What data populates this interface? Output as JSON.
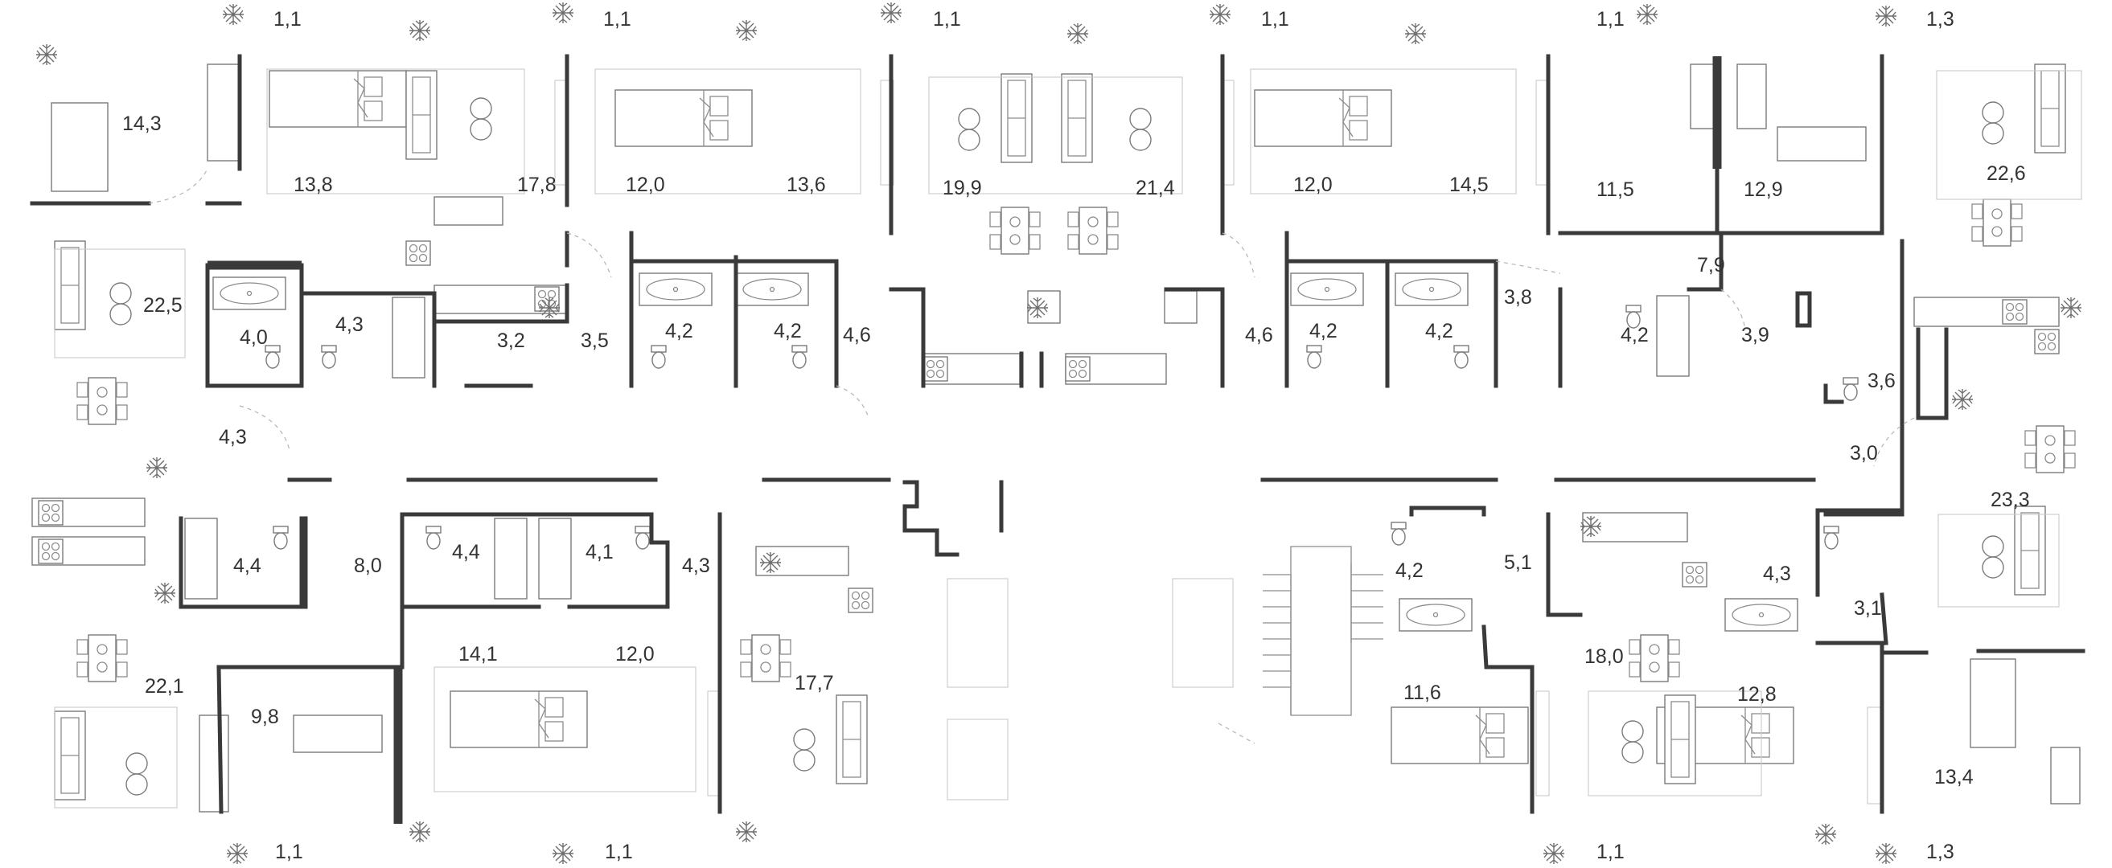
{
  "rooms": [
    {
      "text": "14,3"
    },
    {
      "text": "13,8"
    },
    {
      "text": "17,8"
    },
    {
      "text": "12,0"
    },
    {
      "text": "13,6"
    },
    {
      "text": "19,9"
    },
    {
      "text": "21,4"
    },
    {
      "text": "12,0"
    },
    {
      "text": "14,5"
    },
    {
      "text": "11,5"
    },
    {
      "text": "12,9"
    },
    {
      "text": "22,6"
    },
    {
      "text": "22,5"
    },
    {
      "text": "4,0"
    },
    {
      "text": "4,3"
    },
    {
      "text": "3,2"
    },
    {
      "text": "3,5"
    },
    {
      "text": "4,2"
    },
    {
      "text": "4,2"
    },
    {
      "text": "4,6"
    },
    {
      "text": "4,6"
    },
    {
      "text": "4,2"
    },
    {
      "text": "4,2"
    },
    {
      "text": "3,8"
    },
    {
      "text": "7,9"
    },
    {
      "text": "4,2"
    },
    {
      "text": "3,9"
    },
    {
      "text": "3,6"
    },
    {
      "text": "4,3"
    },
    {
      "text": "3,0"
    },
    {
      "text": "23,3"
    },
    {
      "text": "4,4"
    },
    {
      "text": "8,0"
    },
    {
      "text": "4,4"
    },
    {
      "text": "4,1"
    },
    {
      "text": "4,3"
    },
    {
      "text": "4,2"
    },
    {
      "text": "5,1"
    },
    {
      "text": "4,3"
    },
    {
      "text": "3,1"
    },
    {
      "text": "22,1"
    },
    {
      "text": "9,8"
    },
    {
      "text": "14,1"
    },
    {
      "text": "12,0"
    },
    {
      "text": "17,7"
    },
    {
      "text": "18,0"
    },
    {
      "text": "11,6"
    },
    {
      "text": "12,8"
    },
    {
      "text": "13,4"
    }
  ],
  "balconies": [
    {
      "text": "1,1"
    },
    {
      "text": "1,1"
    },
    {
      "text": "1,1"
    },
    {
      "text": "1,1"
    },
    {
      "text": "1,1"
    },
    {
      "text": "1,3"
    },
    {
      "text": "1,1"
    },
    {
      "text": "1,1"
    },
    {
      "text": "1,1"
    },
    {
      "text": "1,3"
    }
  ],
  "icons": {
    "plant": "plant-icon",
    "bed": "bed-icon",
    "sofa": "sofa-icon",
    "bathtub": "bathtub-icon",
    "dining_table": "dining-table-icon",
    "stove": "stove-icon",
    "stairs": "stairs-icon"
  },
  "colors": {
    "wall": "#3a3a3a",
    "line": "#8c8c8c",
    "background": "#ffffff"
  }
}
